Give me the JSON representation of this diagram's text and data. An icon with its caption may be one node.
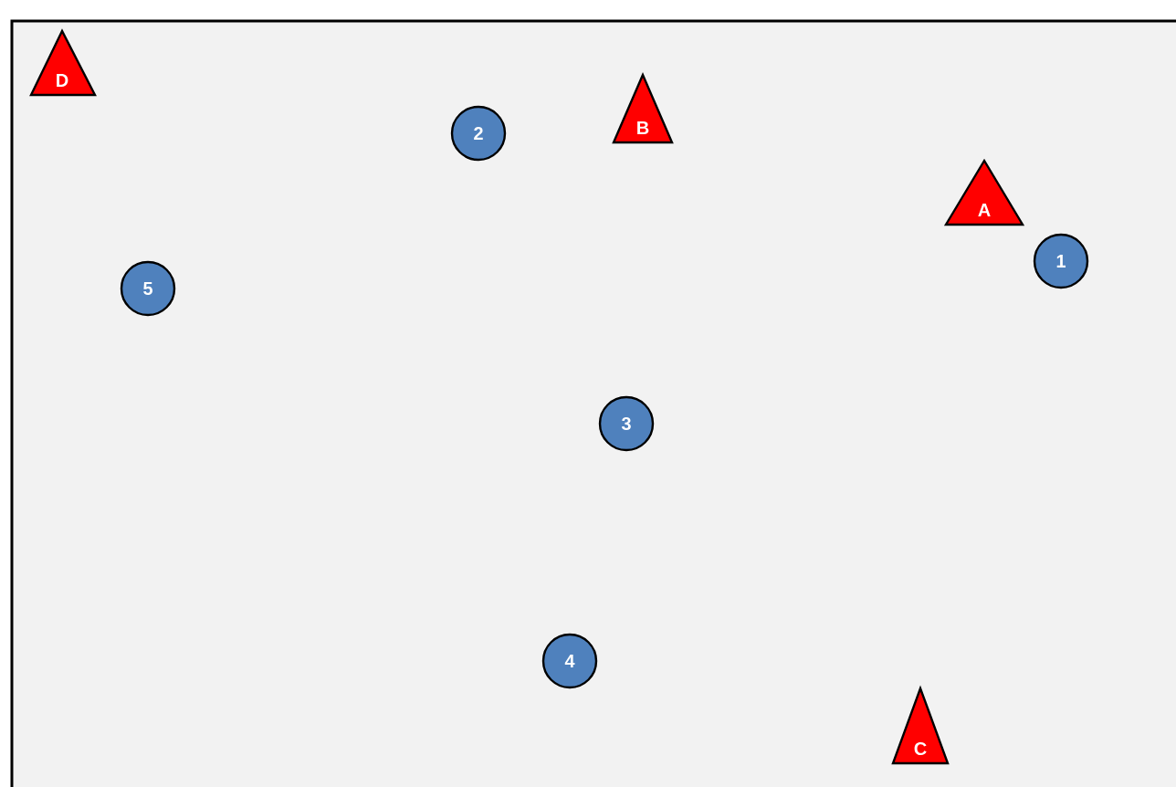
{
  "diagram": {
    "nodes": [
      {
        "text": [
          "D"
        ]
      },
      {
        "text": [
          "2"
        ]
      },
      {
        "text": [
          "B"
        ]
      },
      {
        "text": [
          "A"
        ]
      },
      {
        "text": [
          "1"
        ]
      },
      {
        "text": [
          "5"
        ]
      },
      {
        "text": [
          "3"
        ]
      },
      {
        "text": [
          "4"
        ]
      },
      {
        "text": [
          "C"
        ]
      }
    ]
  }
}
